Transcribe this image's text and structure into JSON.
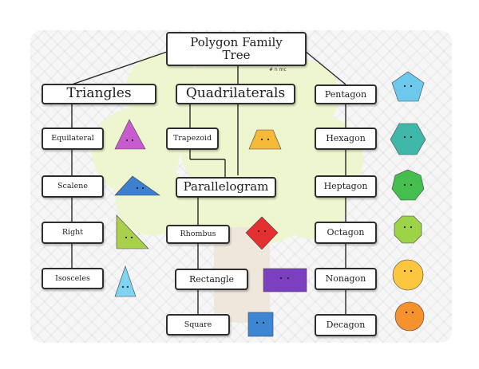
{
  "title": {
    "line1": "Polygon Family",
    "line2": "Tree",
    "credit": "# n mc"
  },
  "triangles": {
    "label": "Triangles",
    "items": [
      "Equilateral",
      "Scalene",
      "Right",
      "Isosceles"
    ]
  },
  "quadrilaterals": {
    "label": "Quadrilaterals",
    "trapezoid": "Trapezoid",
    "parallelogram": "Parallelogram",
    "items": [
      "Rhombus",
      "Rectangle",
      "Square"
    ]
  },
  "polygons": {
    "items": [
      "Pentagon",
      "Hexagon",
      "Heptagon",
      "Octagon",
      "Nonagon",
      "Decagon"
    ]
  },
  "colors": {
    "equilateral": "#c85bd0",
    "scalene": "#3d7fd0",
    "right": "#a8d04a",
    "isosceles": "#7fd4f0",
    "trapezoid": "#f7b938",
    "rhombus": "#e53030",
    "rectangle": "#7c3fbf",
    "square": "#3d86d3",
    "pentagon": "#6dc8ee",
    "hexagon": "#3fb8a9",
    "heptagon": "#45bd4f",
    "octagon": "#9dd447",
    "nonagon": "#fcc63f",
    "decagon": "#f6922e",
    "tree": "#eef6cf"
  }
}
